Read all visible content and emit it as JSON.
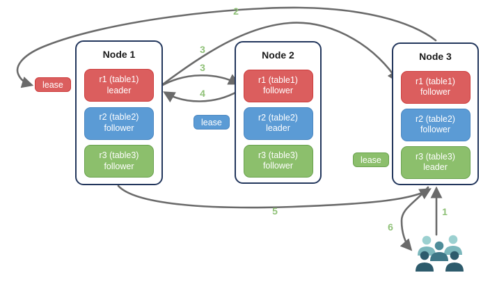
{
  "colors": {
    "red": "#DB5E5E",
    "red_border": "#CC3B3B",
    "blue": "#5B9BD5",
    "blue_border": "#4A86C0",
    "green": "#8CBF6C",
    "green_border": "#68A14C",
    "node_border": "#22365C",
    "arrow": "#6A6A6A",
    "step_label": "#8FC177",
    "people_light": "#9BD0D0",
    "people_light_body": "#7BB7BC",
    "people_medium": "#4E8C99",
    "people_medium_body": "#3E7686",
    "people_dark": "#2D5B6C"
  },
  "nodes": [
    {
      "title": "Node 1",
      "ranges": [
        {
          "name": "r1 (table1)",
          "role": "leader",
          "color": "red"
        },
        {
          "name": "r2 (table2)",
          "role": "follower",
          "color": "blue"
        },
        {
          "name": "r3 (table3)",
          "role": "follower",
          "color": "green"
        }
      ]
    },
    {
      "title": "Node 2",
      "ranges": [
        {
          "name": "r1 (table1)",
          "role": "follower",
          "color": "red"
        },
        {
          "name": "r2 (table2)",
          "role": "leader",
          "color": "blue"
        },
        {
          "name": "r3 (table3)",
          "role": "follower",
          "color": "green"
        }
      ]
    },
    {
      "title": "Node 3",
      "ranges": [
        {
          "name": "r1 (table1)",
          "role": "follower",
          "color": "red"
        },
        {
          "name": "r2 (table2)",
          "role": "follower",
          "color": "blue"
        },
        {
          "name": "r3 (table3)",
          "role": "leader",
          "color": "green"
        }
      ]
    }
  ],
  "lease_labels": [
    {
      "text": "lease",
      "color": "red"
    },
    {
      "text": "lease",
      "color": "blue"
    },
    {
      "text": "lease",
      "color": "green"
    }
  ],
  "steps": [
    "1",
    "2",
    "3",
    "3",
    "4",
    "5",
    "6"
  ],
  "icons": {
    "users_icon": "group-of-clients"
  }
}
